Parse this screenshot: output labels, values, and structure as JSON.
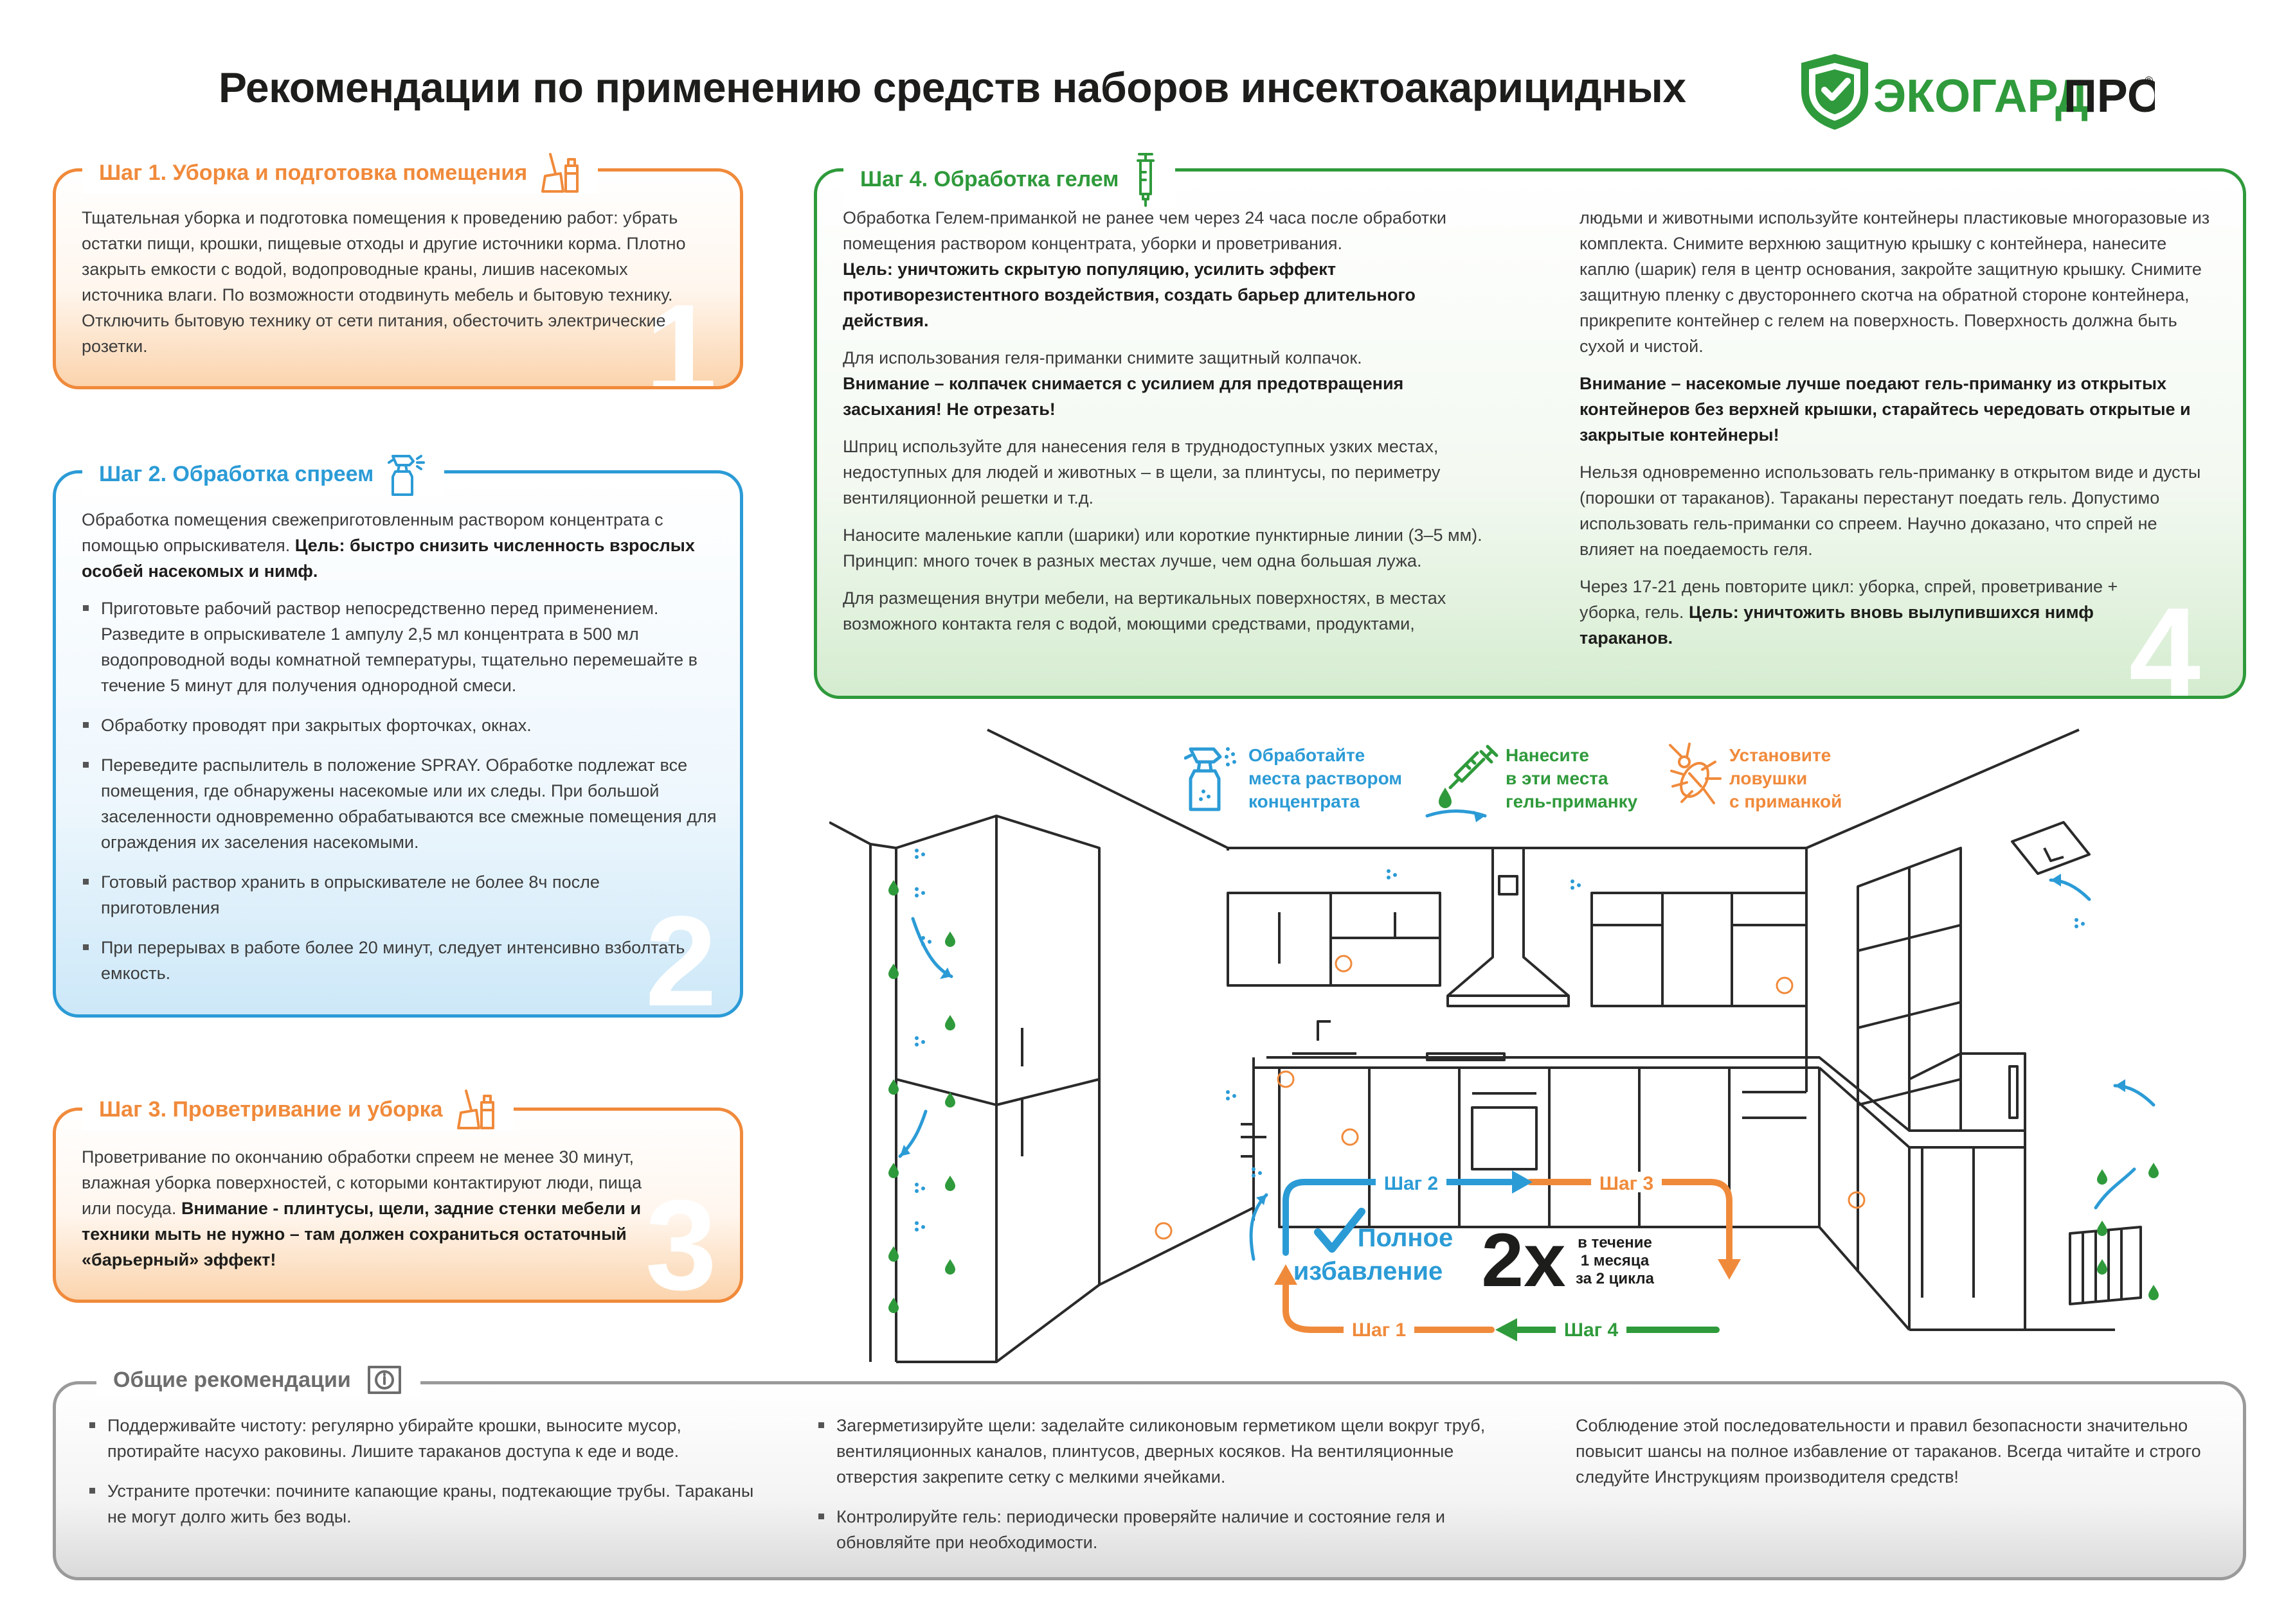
{
  "title": "Рекомендации по применению средств наборов инсектоакарицидных",
  "logo": {
    "text": "ЭКОГАРДПРО",
    "part1": "ЭКОГАРД",
    "part2": "ПРО",
    "mark": "®"
  },
  "colors": {
    "orange": "#f08a3b",
    "blue": "#2b9bd6",
    "green": "#2f9a3b",
    "grey": "#9a9a9a"
  },
  "step1": {
    "title": "Шаг 1. Уборка и подготовка помещения",
    "icon": "cleaning-icon",
    "number": "1",
    "text": "Тщательная уборка и подготовка помещения к проведению работ: убрать остатки пищи, крошки, пищевые отходы и другие источники корма. Плотно закрыть емкости с водой, водопроводные краны, лишив насекомых источника влаги. По возможности отодвинуть мебель и бытовую технику.  Отключить бытовую технику от сети питания, обесточить электрические розетки."
  },
  "step2": {
    "title": "Шаг 2. Обработка спреем",
    "icon": "spray-icon",
    "number": "2",
    "intro": "Обработка помещения свежеприготовленным раствором концентрата с помощью опрыскивателя. ",
    "intro_bold": "Цель: быстро снизить численность взрослых особей насекомых и нимф.",
    "bullets": [
      "Приготовьте рабочий раствор непосредственно перед применением. Разведите в опрыскивателе 1 ампулу 2,5 мл концентрата в 500 мл водопроводной воды комнатной температуры, тщательно перемешайте в течение 5 минут для получения однородной смеси.",
      "Обработку проводят при закрытых форточках, окнах.",
      "Переведите распылитель в положение  SPRAY. Обработке подлежат все помещения, где обнаружены насекомые или их следы. При большой заселенности одновременно обрабатываются все смежные помещения для ограждения их заселения насекомыми.",
      "Готовый раствор хранить в опрыскивателе не более 8ч после приготовления",
      "При перерывах в работе более 20 минут, следует интенсивно взболтать емкость."
    ]
  },
  "step3": {
    "title": "Шаг 3. Проветривание и уборка",
    "icon": "cleaning-icon",
    "number": "3",
    "text": "Проветривание по окончанию обработки спреем не менее 30 минут, влажная уборка поверхностей, с которыми контактируют люди, пища или посуда. ",
    "text_bold": "Внимание - плинтусы, щели, задние стенки мебели и техники мыть не нужно – там должен сохраниться остаточный «барьерный» эффект!"
  },
  "step4": {
    "title": "Шаг 4. Обработка гелем",
    "icon": "syringe-icon",
    "number": "4",
    "p1": "Обработка Гелем-приманкой не ранее чем через  24 часа после обработки помещения раствором концентрата, уборки и проветривания.",
    "p1_bold": "Цель: уничтожить скрытую популяцию, усилить эффект противорезистентного воздействия, создать барьер длительного действия.",
    "p2": "Для использования геля-приманки снимите защитный колпачок.",
    "p2_bold": "Внимание – колпачек снимается с усилием для предотвращения засыхания! Не отрезать!",
    "p3": "Шприц используйте для нанесения геля в труднодоступных узких местах, недоступных для людей и животных  – в щели, за плинтусы, по периметру вентиляционной решетки и т.д.",
    "p4": "Наносите маленькие капли (шарики) или короткие пунктирные линии (3–5 мм). Принцип: много точек в разных местах лучше, чем одна большая лужа.",
    "p5": "Для размещения внутри мебели, на вертикальных поверхностях, в местах возможного контакта геля с водой, моющими средствами, продуктами,",
    "p6": "людьми и животными используйте контейнеры пластиковые многоразовые из комплекта. Снимите верхнюю защитную крышку с контейнера, нанесите каплю (шарик) геля в центр основания, закройте защитную крышку. Снимите защитную пленку с двустороннего скотча на обратной стороне контейнера, прикрепите контейнер с гелем на поверхность. Поверхность должна быть сухой и чистой.",
    "p7_bold": "Внимание – насекомые лучше поедают гель-приманку из открытых контейнеров без верхней крышки, старайтесь чередовать открытые и закрытые контейнеры!",
    "p8": "Нельзя одновременно использовать гель-приманку в открытом виде и дусты (порошки от тараканов). Тараканы перестанут поедать гель. Допустимо использовать гель-приманки со спреем. Научно доказано, что спрей не влияет на поедаемость геля.",
    "p9": "Через 17-21 день повторите цикл: уборка, спрей, проветривание + уборка, гель. ",
    "p9_bold": "Цель: уничтожить вновь вылупившихся нимф тараканов."
  },
  "legend": [
    {
      "text": "Обработайте места раствором концентрата",
      "lines": [
        "Обработайте",
        "места раствором",
        "концентрата"
      ],
      "icon": "spray-icon",
      "color": "#2b9bd6"
    },
    {
      "text": "Нанесите в эти места гель-приманку",
      "lines": [
        "Нанесите",
        "в эти места",
        "гель-приманку"
      ],
      "icon": "syringe-icon",
      "color": "#2f9a3b"
    },
    {
      "text": "Установите ловушки с приманкой",
      "lines": [
        "Установите",
        "ловушки",
        "с приманкой"
      ],
      "icon": "cockroach-icon",
      "color": "#f08a3b"
    }
  ],
  "cycle": {
    "steps": [
      "Шаг 2",
      "Шаг 3",
      "Шаг 4",
      "Шаг 1"
    ],
    "result_line1": "Полное",
    "result_line2": "избавление",
    "multiplier": "2х",
    "period_line1": "в течение",
    "period_line2": "1 месяца",
    "period_line3": "за 2 цикла"
  },
  "general": {
    "title": "Общие рекомендации",
    "icon": "info-icon",
    "col1": [
      "Поддерживайте чистоту: регулярно убирайте крошки, выносите мусор, протирайте насухо раковины. Лишите тараканов доступа к еде и воде.",
      "Устраните протечки: почините капающие краны, подтекающие трубы. Тараканы не могут долго жить без воды."
    ],
    "col2": [
      "Загерметизируйте щели: заделайте силиконовым герметиком щели вокруг труб, вентиляционных каналов, плинтусов, дверных косяков. На вентиляционные отверстия закрепите сетку с мелкими ячейками.",
      "Контролируйте гель: периодически проверяйте наличие и состояние  геля и обновляйте при необходимости."
    ],
    "col3": "Соблюдение этой последовательности и правил безопасности значительно повысит шансы на полное избавление от тараканов. Всегда читайте и строго следуйте Инструкциям производителя средств!"
  }
}
